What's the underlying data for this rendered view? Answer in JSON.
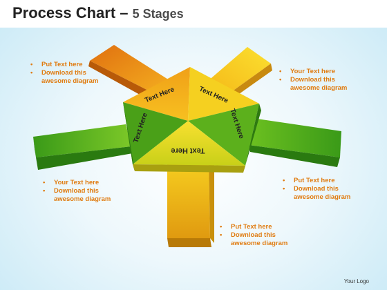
{
  "header": {
    "title_main": "Process Chart – ",
    "title_sub": "5 Stages"
  },
  "stages": [
    {
      "label": "Text Here",
      "color": "#f0a020"
    },
    {
      "label": "Text Here",
      "color": "#f5d020"
    },
    {
      "label": "Text Here",
      "color": "#50b020"
    },
    {
      "label": "Text Here",
      "color": "#f0c818"
    },
    {
      "label": "Text Here",
      "color": "#3a9a18"
    }
  ],
  "callouts": [
    {
      "items": [
        "Put Text here",
        "Download this awesome diagram"
      ]
    },
    {
      "items": [
        "Your Text here",
        "Download this awesome diagram"
      ]
    },
    {
      "items": [
        "Your Text here",
        "Download this awesome diagram"
      ]
    },
    {
      "items": [
        "Put Text here",
        "Download this awesome diagram"
      ]
    },
    {
      "items": [
        "Put Text here",
        "Download this awesome diagram"
      ]
    }
  ],
  "footer": {
    "logo": "Your Logo"
  },
  "colors": {
    "bullet_text": "#e07b10",
    "orange": "#f08a10",
    "yellow": "#f5c818",
    "green": "#3a9a18"
  }
}
